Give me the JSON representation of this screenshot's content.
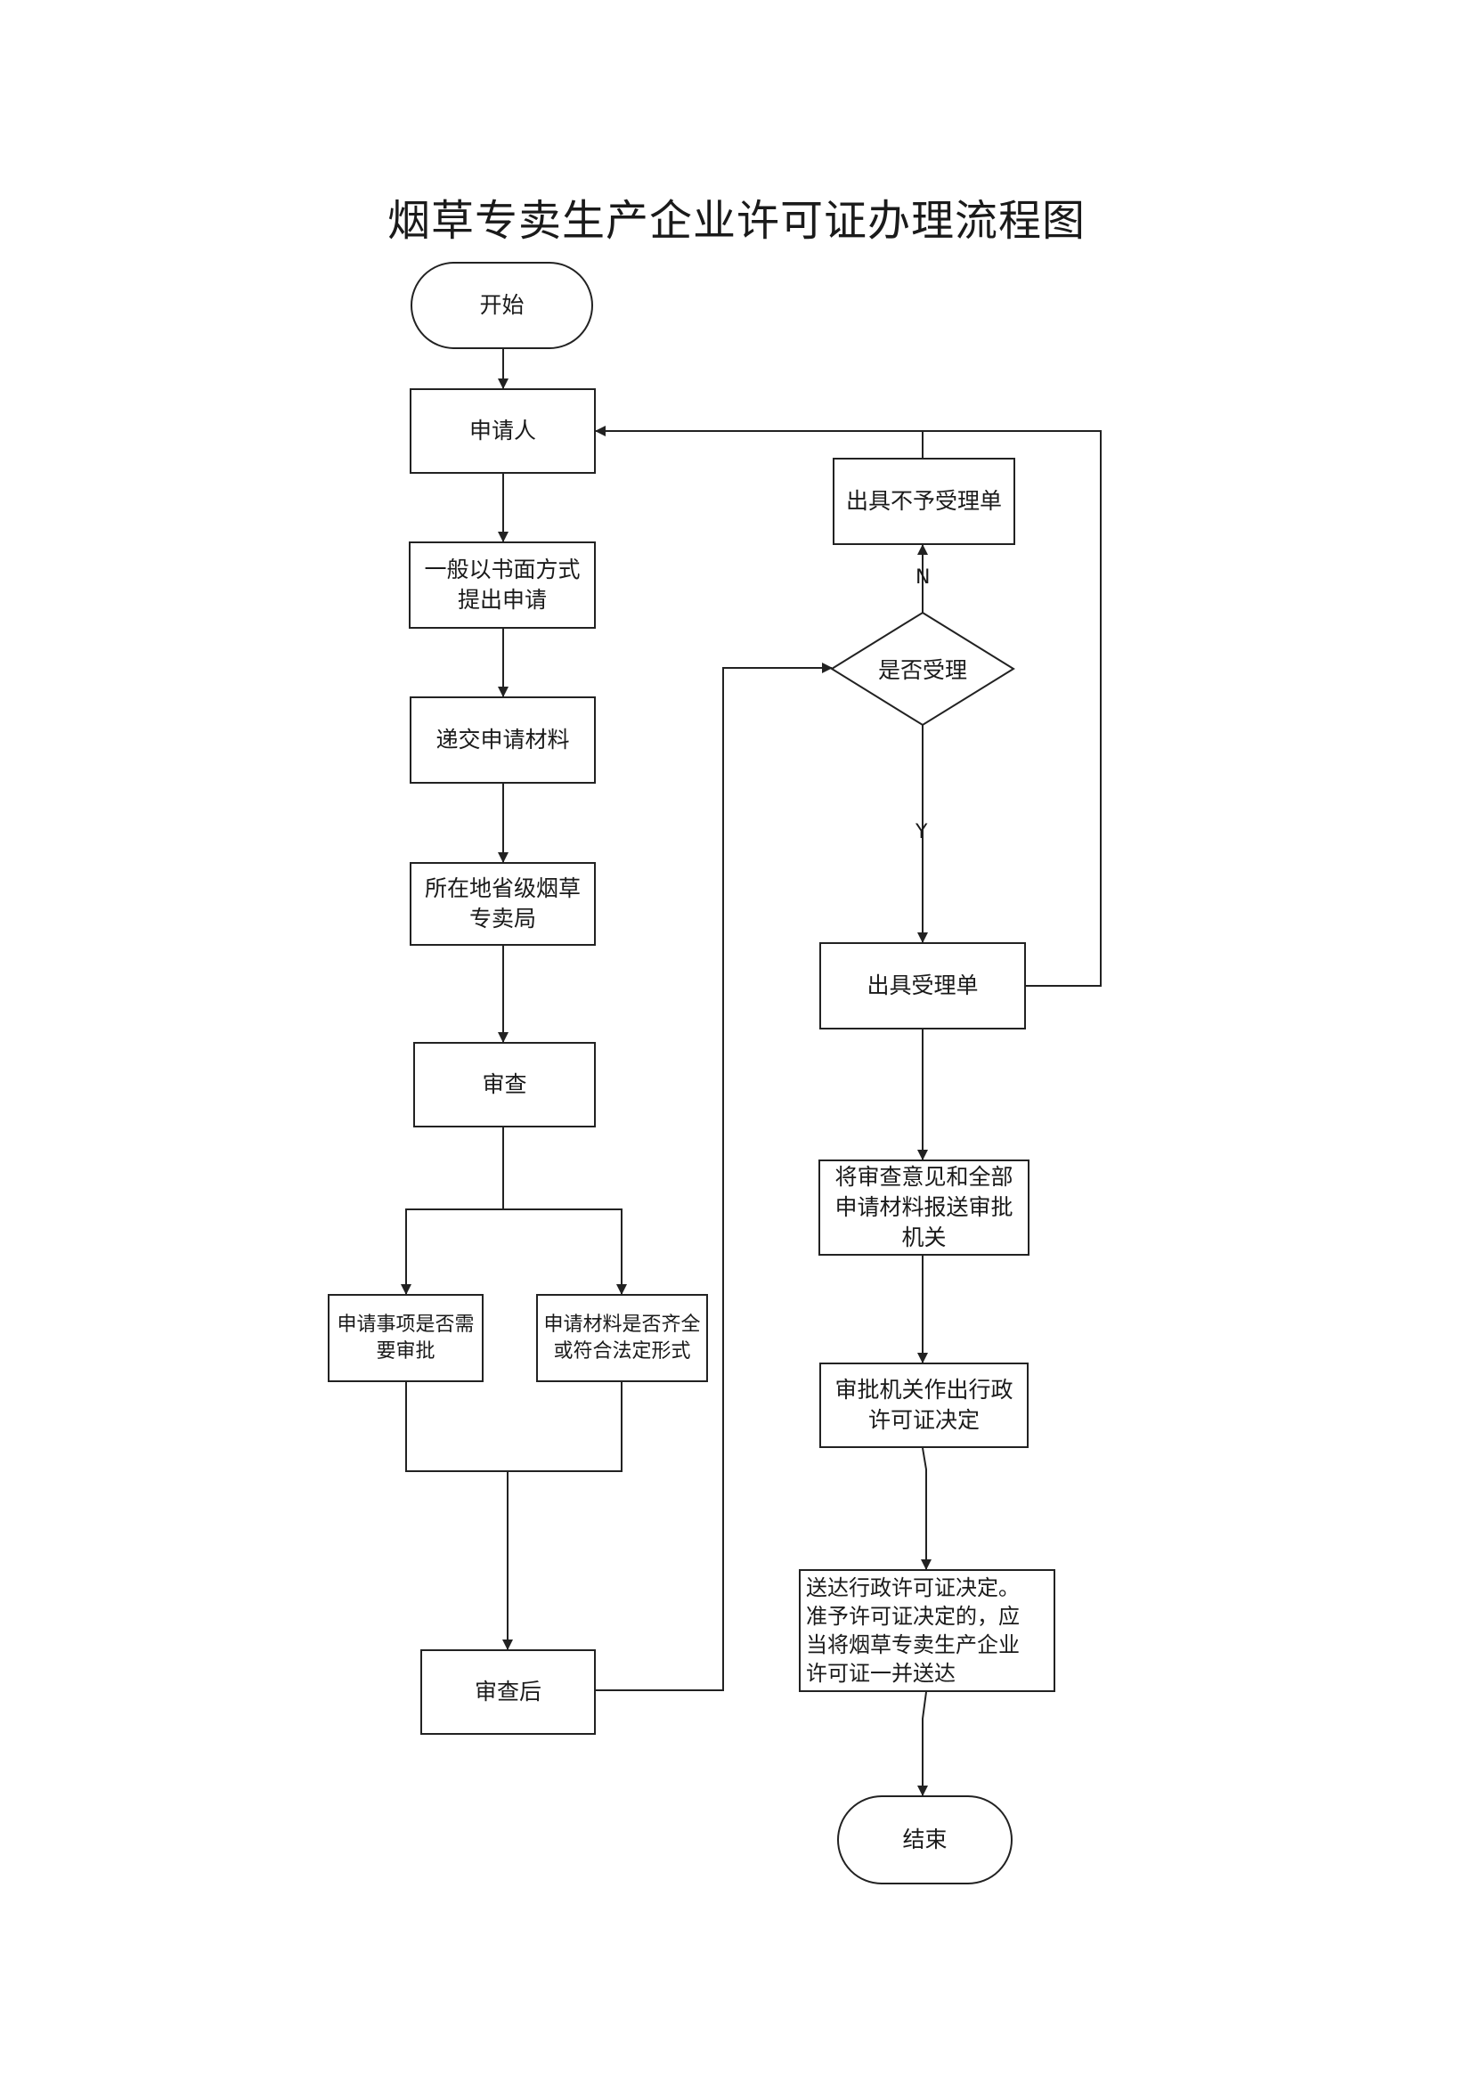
{
  "title": "烟草专卖生产企业许可证办理流程图",
  "nodes": {
    "start": "开始",
    "applicant": "申请人",
    "written_apply": "一般以书面方式\n提出申请",
    "submit_materials": "递交申请材料",
    "provincial_bureau": "所在地省级烟草\n专卖局",
    "review": "审查",
    "check_approval": "申请事项是否需\n要审批",
    "check_materials": "申请材料是否齐全\n或符合法定形式",
    "after_review": "审查后",
    "accept_decision": "是否受理",
    "reject_notice": "出具不予受理单",
    "accept_notice": "出具受理单",
    "forward_materials": "将审查意见和全部\n申请材料报送审批\n机关",
    "permit_decision": "审批机关作出行政\n许可证决定",
    "deliver_decision": "送达行政许可证决定。\n准予许可证决定的，应\n当将烟草专卖生产企业\n许可证一并送达",
    "end": "结束"
  },
  "edge_labels": {
    "no": "N",
    "yes": "Y"
  }
}
